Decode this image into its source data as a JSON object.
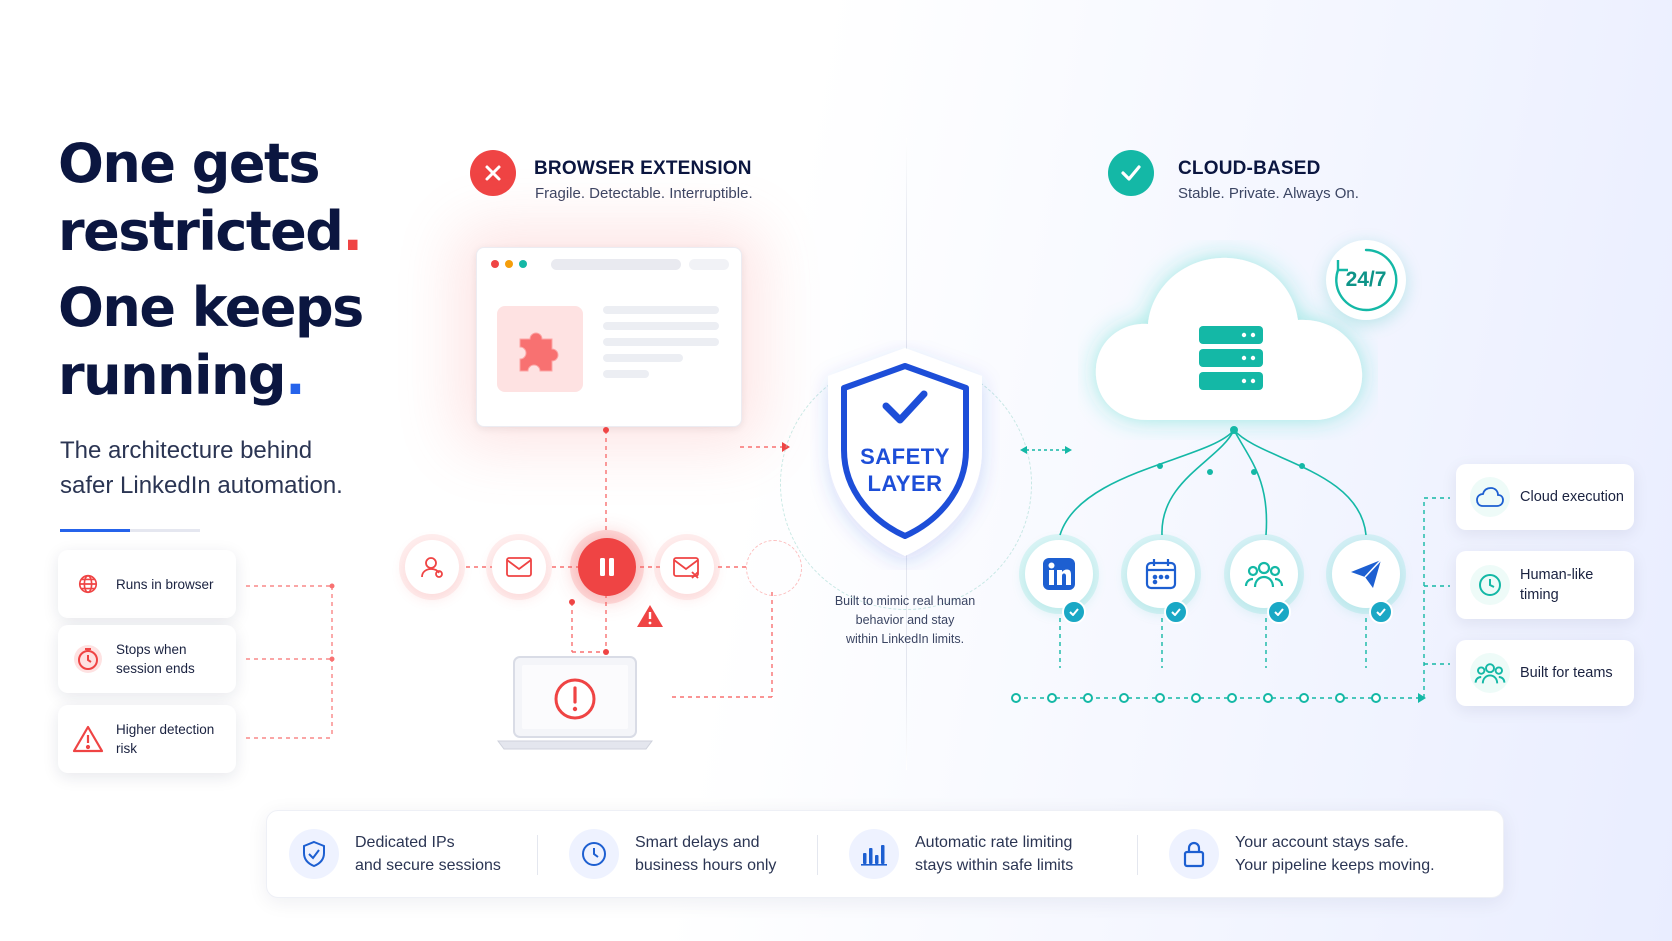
{
  "headline": {
    "line1": "One gets",
    "line2": "restricted",
    "line2_dot": ".",
    "line3": "One keeps",
    "line4": "running",
    "line4_dot": "."
  },
  "subtitle": {
    "line1": "The architecture behind",
    "line2": "safer LinkedIn automation."
  },
  "left_cards": [
    {
      "label": "Runs in browser",
      "icon": "globe-icon"
    },
    {
      "label1": "Stops when",
      "label2": "session ends",
      "icon": "timer-icon"
    },
    {
      "label1": "Higher detection",
      "label2": "risk",
      "icon": "warning-icon"
    }
  ],
  "browser_section": {
    "title": "BROWSER EXTENSION",
    "subtitle": "Fragile. Detectable. Interruptible.",
    "status_icon": "x-icon",
    "color": "#ef4444"
  },
  "cloud_section": {
    "title": "CLOUD-BASED",
    "subtitle": "Stable. Private. Always On.",
    "status_icon": "check-icon",
    "badge": "24/7",
    "color": "#14b8a6"
  },
  "safety": {
    "line1": "SAFETY",
    "line2": "LAYER",
    "note1": "Built to mimic real human",
    "note2": "behavior and stay",
    "note3": "within LinkedIn limits.",
    "color": "#1d4ed8"
  },
  "right_cards": [
    {
      "label": "Cloud execution",
      "icon": "cloud-icon"
    },
    {
      "label1": "Human-like",
      "label2": "timing",
      "icon": "clock-icon"
    },
    {
      "label": "Built for teams",
      "icon": "team-icon"
    }
  ],
  "bottom_bar": [
    {
      "line1": "Dedicated IPs",
      "line2": "and secure sessions",
      "icon": "shield-check-icon"
    },
    {
      "line1": "Smart delays and",
      "line2": "business hours only",
      "icon": "clock-icon"
    },
    {
      "line1": "Automatic rate limiting",
      "line2": "stays within safe limits",
      "icon": "bar-chart-icon"
    },
    {
      "line1": "Your account stays safe.",
      "line2": "Your pipeline keeps moving.",
      "icon": "lock-icon"
    }
  ]
}
